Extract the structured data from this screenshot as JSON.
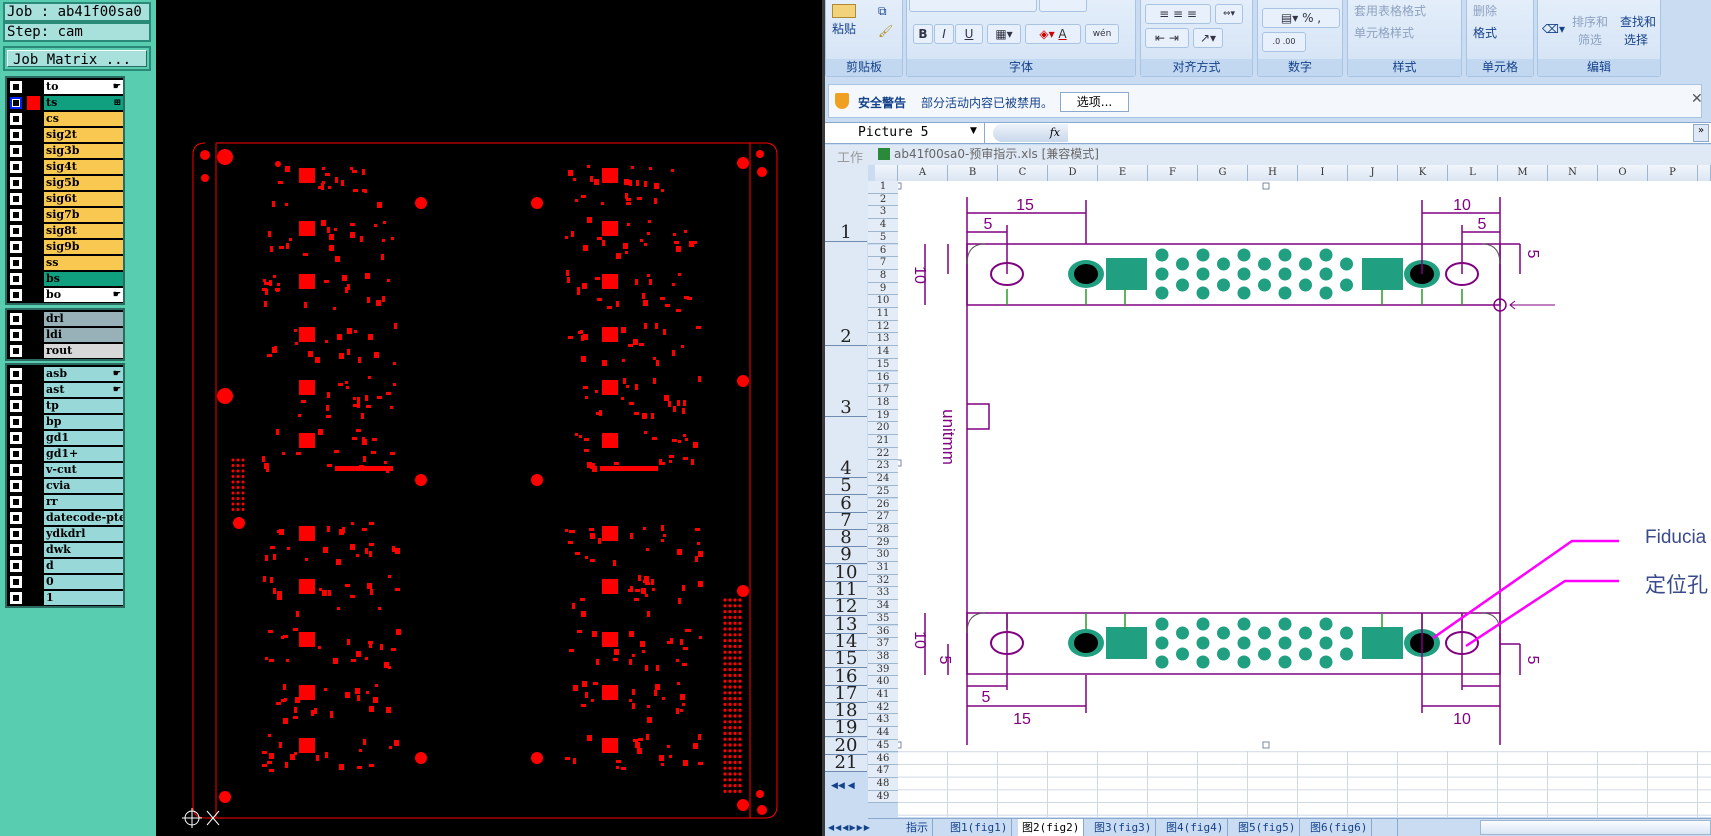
{
  "cam": {
    "job_label": "Job : ab41f00sa0",
    "step_label": "Step: cam",
    "job_matrix_button": "Job Matrix ...",
    "layer_groups": [
      [
        {
          "name": "to",
          "color": "#ffffff",
          "icon": "hand"
        },
        {
          "name": "ts",
          "color": "#10a080",
          "icon": "grid",
          "selected": true,
          "display_color": "#ff0000"
        },
        {
          "name": "cs",
          "color": "#f8c850"
        },
        {
          "name": "sig2t",
          "color": "#f8c850"
        },
        {
          "name": "sig3b",
          "color": "#f8c850"
        },
        {
          "name": "sig4t",
          "color": "#f8c850"
        },
        {
          "name": "sig5b",
          "color": "#f8c850"
        },
        {
          "name": "sig6t",
          "color": "#f8c850"
        },
        {
          "name": "sig7b",
          "color": "#f8c850"
        },
        {
          "name": "sig8t",
          "color": "#f8c850"
        },
        {
          "name": "sig9b",
          "color": "#f8c850"
        },
        {
          "name": "ss",
          "color": "#f8c850"
        },
        {
          "name": "bs",
          "color": "#10a080"
        },
        {
          "name": "bo",
          "color": "#ffffff",
          "icon": "hand"
        }
      ],
      [
        {
          "name": "drl",
          "color": "#98b0b8"
        },
        {
          "name": "ldi",
          "color": "#98b0b8"
        },
        {
          "name": "rout",
          "color": "#d8d8d8"
        }
      ],
      [
        {
          "name": "asb",
          "color": "#98d8d8",
          "icon": "hand"
        },
        {
          "name": "ast",
          "color": "#98d8d8",
          "icon": "hand"
        },
        {
          "name": "tp",
          "color": "#98d8d8"
        },
        {
          "name": "bp",
          "color": "#98d8d8"
        },
        {
          "name": "gd1",
          "color": "#98d8d8"
        },
        {
          "name": "gd1+",
          "color": "#98d8d8"
        },
        {
          "name": "v-cut",
          "color": "#98d8d8"
        },
        {
          "name": "cvia",
          "color": "#98d8d8"
        },
        {
          "name": "rr",
          "color": "#98d8d8"
        },
        {
          "name": "datecode-pte",
          "color": "#98d8d8"
        },
        {
          "name": "ydkdrl",
          "color": "#98d8d8"
        },
        {
          "name": "dwk",
          "color": "#98d8d8"
        },
        {
          "name": "d",
          "color": "#98d8d8"
        },
        {
          "name": "0",
          "color": "#98d8d8"
        },
        {
          "name": "1",
          "color": "#98d8d8"
        }
      ]
    ],
    "pcb_color": "#ff0000"
  },
  "excel": {
    "ribbon": {
      "paste": "粘贴",
      "bold": "B",
      "italic": "I",
      "underline": "U",
      "font_color": "A",
      "phonetic": "wén",
      "styles": [
        "套用表格格式",
        "单元格样式"
      ],
      "cells": [
        "删除",
        "格式"
      ],
      "sort": "排序和",
      "filter": "筛选",
      "find": "查找和",
      "select": "选择",
      "groups": [
        "剪贴板",
        "字体",
        "对齐方式",
        "数字",
        "样式",
        "单元格",
        "编辑"
      ]
    },
    "security": {
      "title": "安全警告",
      "message": "部分活动内容已被禁用。",
      "options_button": "选项..."
    },
    "name_box": "Picture 5",
    "fx": "fx",
    "workbook_title": "ab41f00sa0-预审指示.xls  [兼容模式]",
    "outer_title_partial": "工作",
    "columns": [
      "A",
      "B",
      "C",
      "D",
      "E",
      "F",
      "G",
      "H",
      "I",
      "J",
      "K",
      "L",
      "M",
      "N",
      "O",
      "P"
    ],
    "outer_rows": [
      "1",
      "2",
      "3",
      "4",
      "5",
      "6",
      "7",
      "8",
      "9",
      "10",
      "11",
      "12",
      "13",
      "14",
      "15",
      "16",
      "17",
      "18",
      "19",
      "20",
      "21"
    ],
    "row_count": 49,
    "sheet_tabs": [
      "指示",
      "图1(fig1)",
      "图2(fig2)",
      "图3(fig3)",
      "图4(fig4)",
      "图5(fig5)",
      "图6(fig6)"
    ],
    "active_tab": 2,
    "picture": {
      "dims_top": [
        "15",
        "5",
        "10",
        "5",
        "10",
        "5"
      ],
      "dims_bottom": [
        "5",
        "15",
        "5",
        "10",
        "10",
        "5"
      ],
      "unit": "unitmm",
      "label_fiducial": "Fiducia",
      "label_hole": "定位孔",
      "outline_color": "#800080",
      "pad_color": "#20a080",
      "leader_color": "#ff00ff"
    }
  }
}
